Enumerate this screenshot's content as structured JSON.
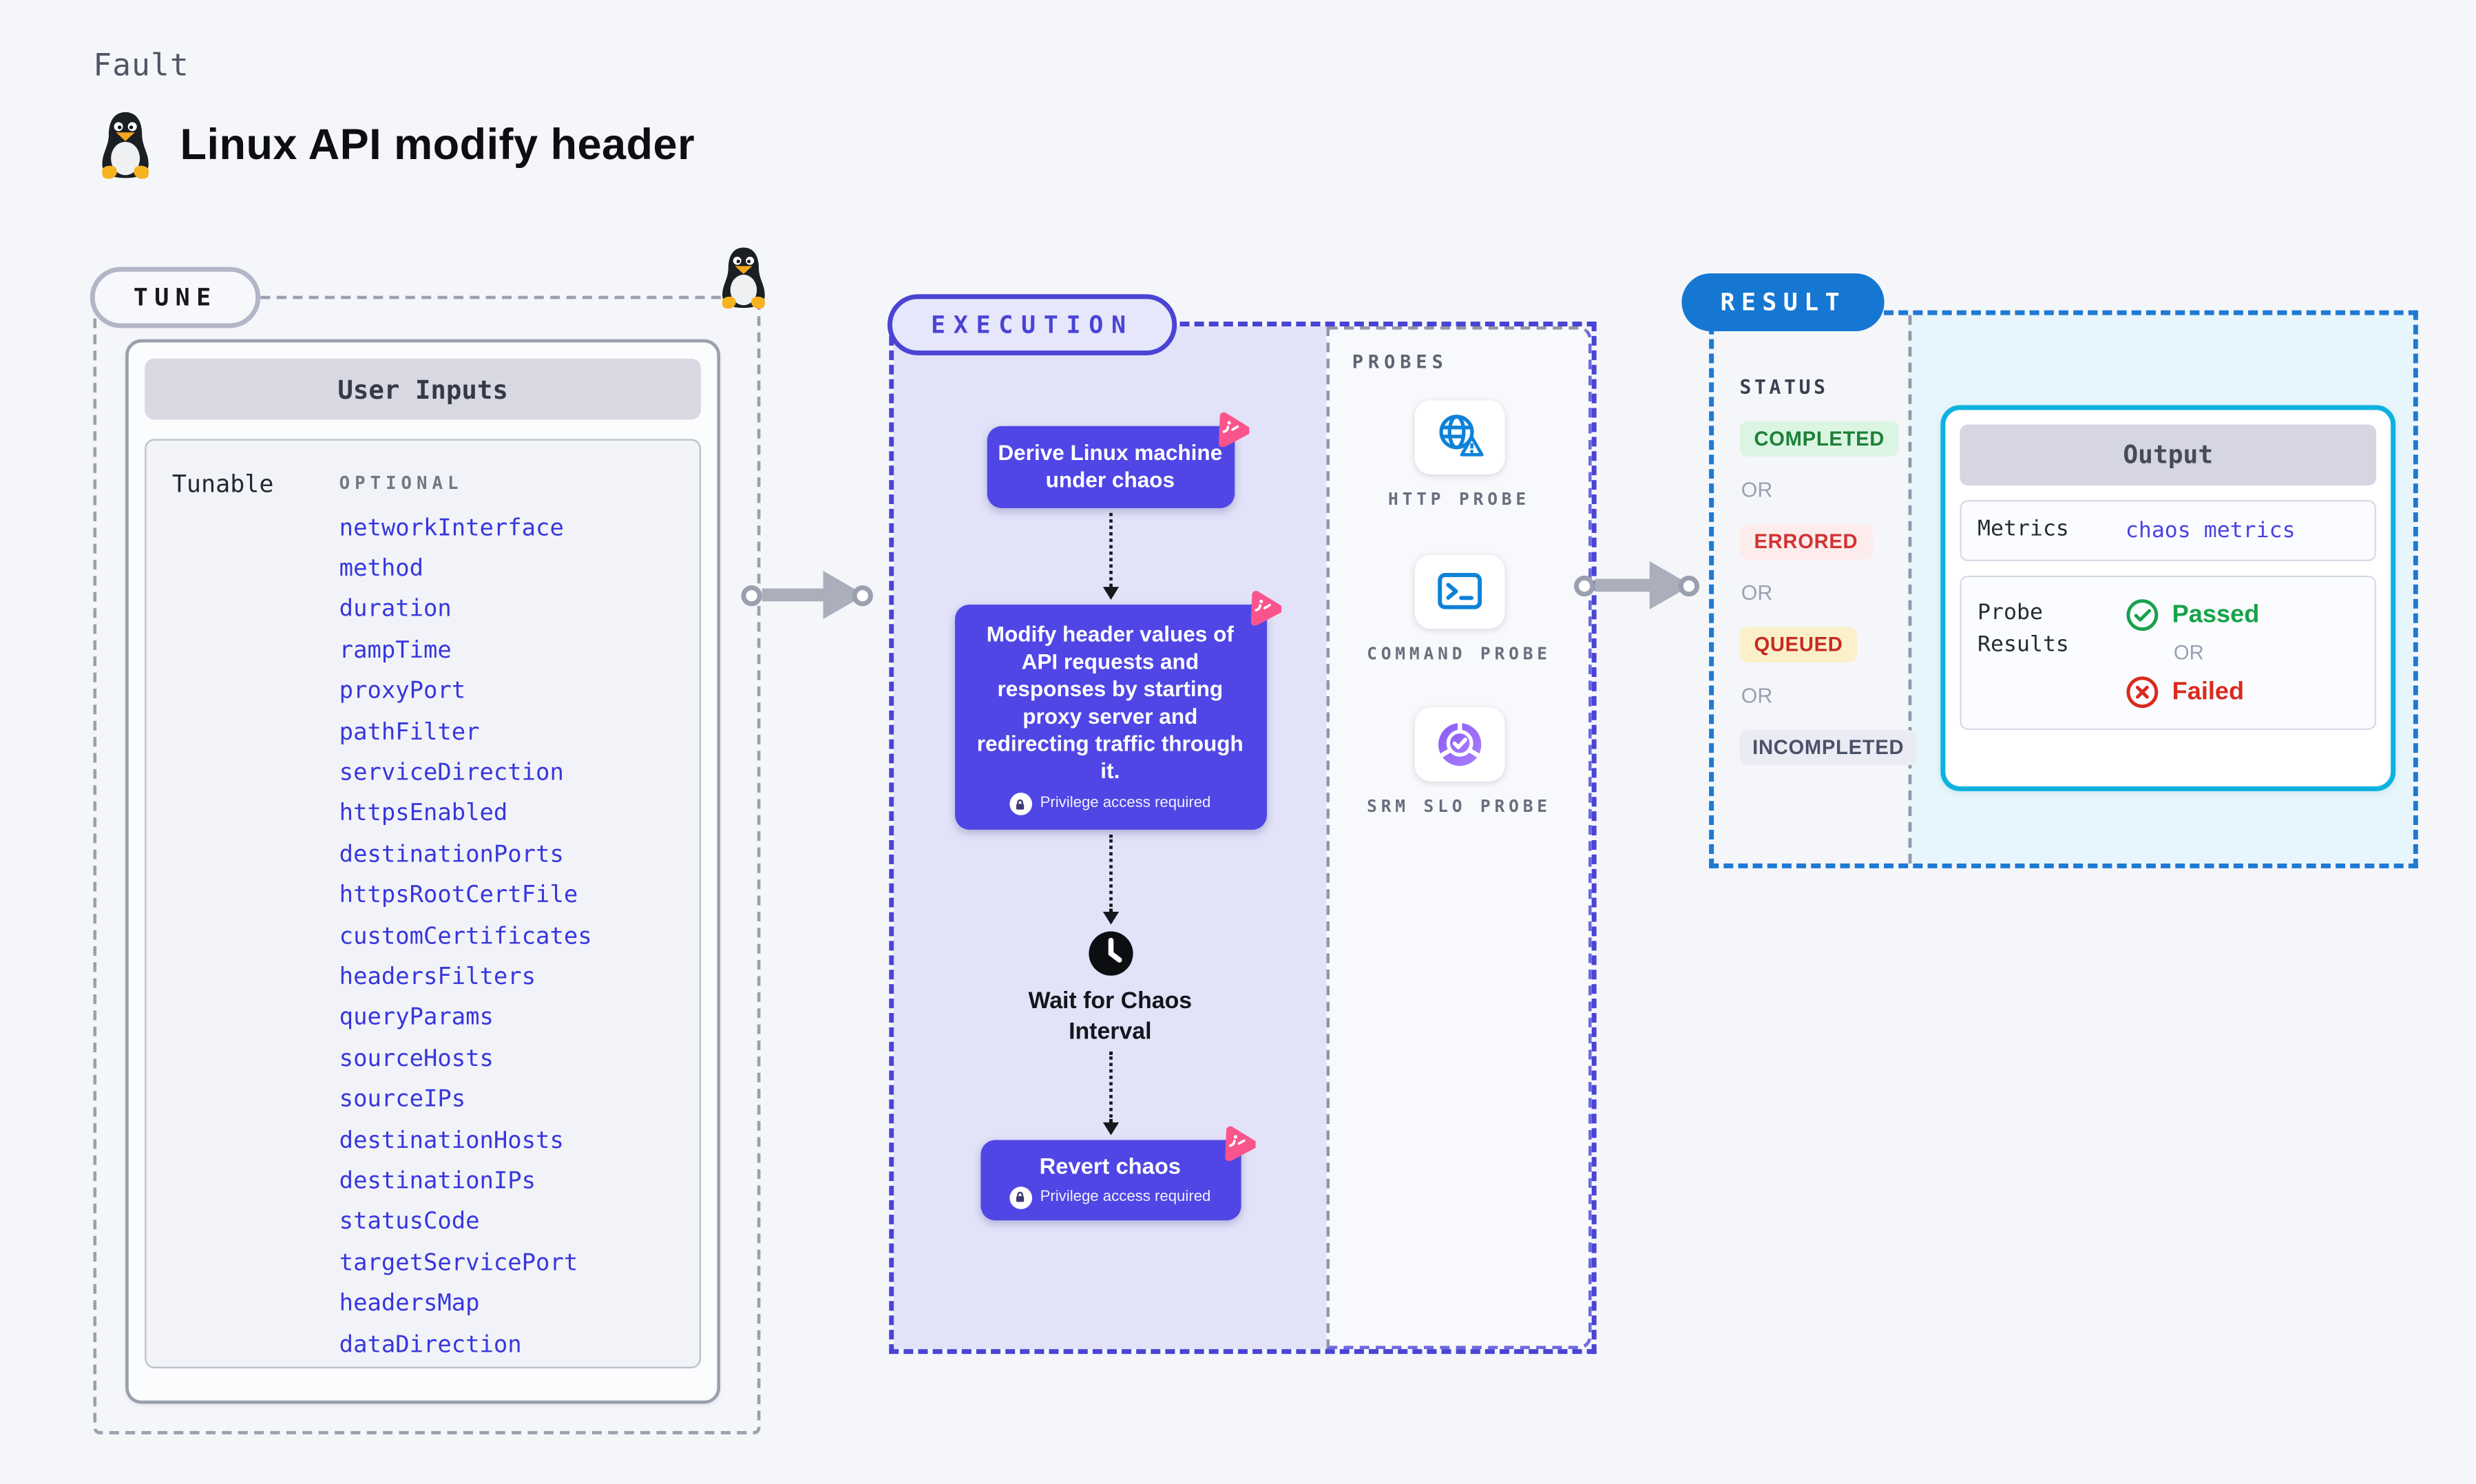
{
  "page": {
    "kicker": "Fault",
    "title": "Linux API modify header"
  },
  "tune": {
    "badge": "TUNE",
    "card_header": "User Inputs",
    "row_label": "Tunable",
    "row_tag": "OPTIONAL",
    "params": [
      "networkInterface",
      "method",
      "duration",
      "rampTime",
      "proxyPort",
      "pathFilter",
      "serviceDirection",
      "httpsEnabled",
      "destinationPorts",
      "httpsRootCertFile",
      "customCertificates",
      "headersFilters",
      "queryParams",
      "sourceHosts",
      "sourceIPs",
      "destinationHosts",
      "destinationIPs",
      "statusCode",
      "targetServicePort",
      "headersMap",
      "dataDirection"
    ]
  },
  "execution": {
    "badge": "EXECUTION",
    "derive_label": "Derive Linux machine under chaos",
    "modify_label": "Modify header values of API requests and responses by starting proxy server and redirecting traffic through it.",
    "wait_label": "Wait for Chaos Interval",
    "revert_label": "Revert chaos",
    "privilege_label": "Privilege access required"
  },
  "probes": {
    "panel_label": "PROBES",
    "items": [
      {
        "label": "HTTP PROBE",
        "icon": "http-probe-icon"
      },
      {
        "label": "COMMAND PROBE",
        "icon": "command-probe-icon"
      },
      {
        "label": "SRM SLO PROBE",
        "icon": "srm-slo-probe-icon"
      }
    ]
  },
  "result": {
    "badge": "RESULT",
    "status_label": "STATUS",
    "statuses": [
      {
        "label": "COMPLETED",
        "kind": "completed"
      },
      {
        "label": "OR",
        "kind": "or"
      },
      {
        "label": "ERRORED",
        "kind": "errored"
      },
      {
        "label": "OR",
        "kind": "or"
      },
      {
        "label": "QUEUED",
        "kind": "queued"
      },
      {
        "label": "OR",
        "kind": "or"
      },
      {
        "label": "INCOMPLETED",
        "kind": "incompleted"
      }
    ],
    "output": {
      "header": "Output",
      "metrics_label": "Metrics",
      "metrics_value": "chaos metrics",
      "probe_results_label": "Probe Results",
      "passed": "Passed",
      "or_label": "OR",
      "failed": "Failed"
    }
  },
  "colors": {
    "page_bg": "#f5f6fa",
    "step_indigo": "#4f46e5",
    "execution_accent": "#4a44d4",
    "execution_bg": "#e2e2f8",
    "param_link_blue": "#3737dd",
    "chaos_pink": "#f9558c",
    "result_blue": "#1577d2",
    "output_border_cyan": "#0cb2de",
    "output_bg_cyan": "#e7f6fc",
    "completed_green": "#1d8038",
    "errored_red": "#d13434",
    "queued_red_on_yellow": "#c62b22",
    "passed_green": "#17a24a",
    "failed_red": "#da2a1e"
  }
}
